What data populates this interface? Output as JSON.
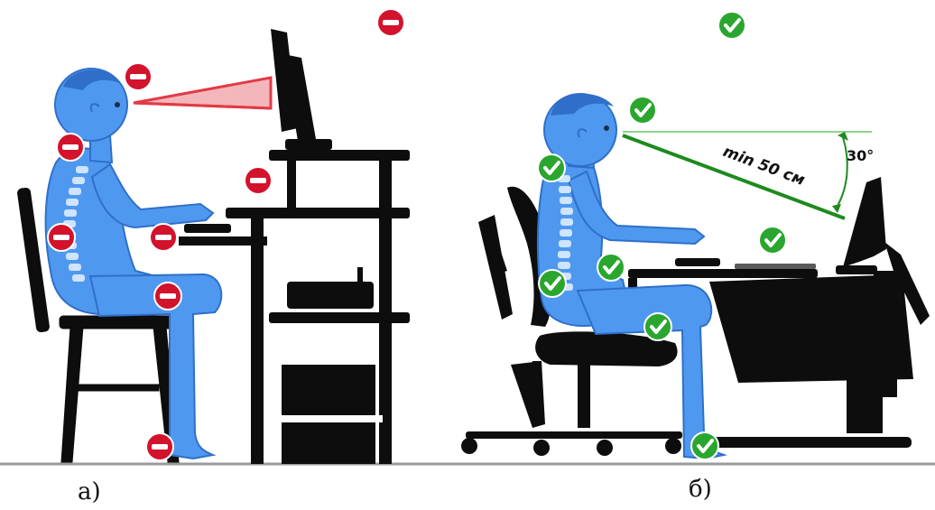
{
  "captions": {
    "left": "а)",
    "right": "б)"
  },
  "annotations": {
    "distance": "min 50 см",
    "angle": "30°"
  },
  "colors": {
    "body": "#4f98ef",
    "body_dark": "#2f6fc9",
    "spine": "#cfe4ff",
    "bad": "#d3122c",
    "good": "#2aa62f",
    "furniture": "#0d0d0d",
    "floor": "#9a9a9a",
    "sight_bad": "#e23a45",
    "sight_good": "#1f8a1f"
  },
  "markers": {
    "bad_icon": "minus-circle-icon",
    "good_icon": "check-circle-icon"
  }
}
